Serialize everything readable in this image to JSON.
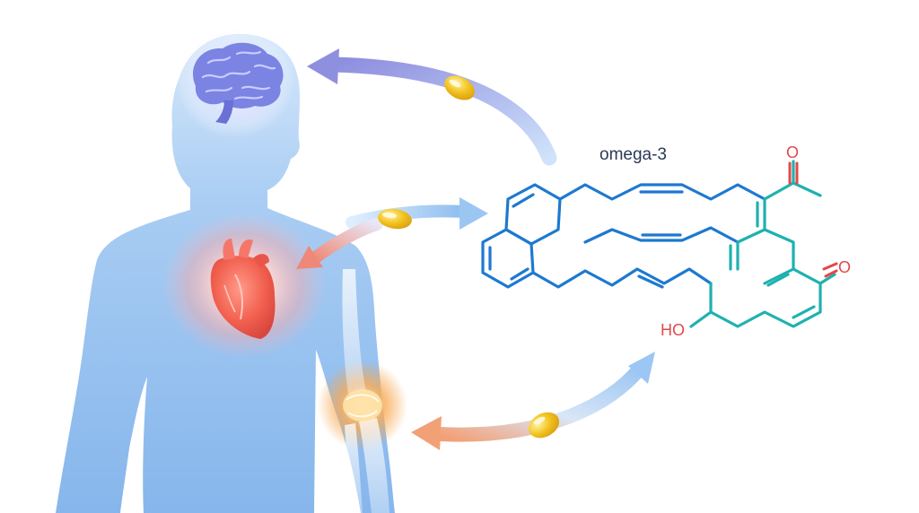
{
  "molecule": {
    "name_label": "omega-3",
    "atom_labels": {
      "carbonyl_top": "O",
      "carbonyl_right": "O",
      "hydroxyl": "HO"
    }
  },
  "colors": {
    "body_fill": "#a9cdf3",
    "body_deep": "#7fb0e8",
    "brain": "#7b83e3",
    "heart": "#f05c4f",
    "joint": "#f7a24a",
    "bond_blue": "#1d79d0",
    "bond_teal": "#1fb1b0",
    "heteroatom_red": "#e2484a",
    "arrow_purple": "#8f8fe0",
    "arrow_blue": "#9fc6f2",
    "arrow_orange": "#f2a177",
    "capsule_gold": "#f1c21f"
  },
  "icons": [
    "brain-icon",
    "heart-icon",
    "elbow-joint-icon",
    "omega3-capsule-icon"
  ]
}
